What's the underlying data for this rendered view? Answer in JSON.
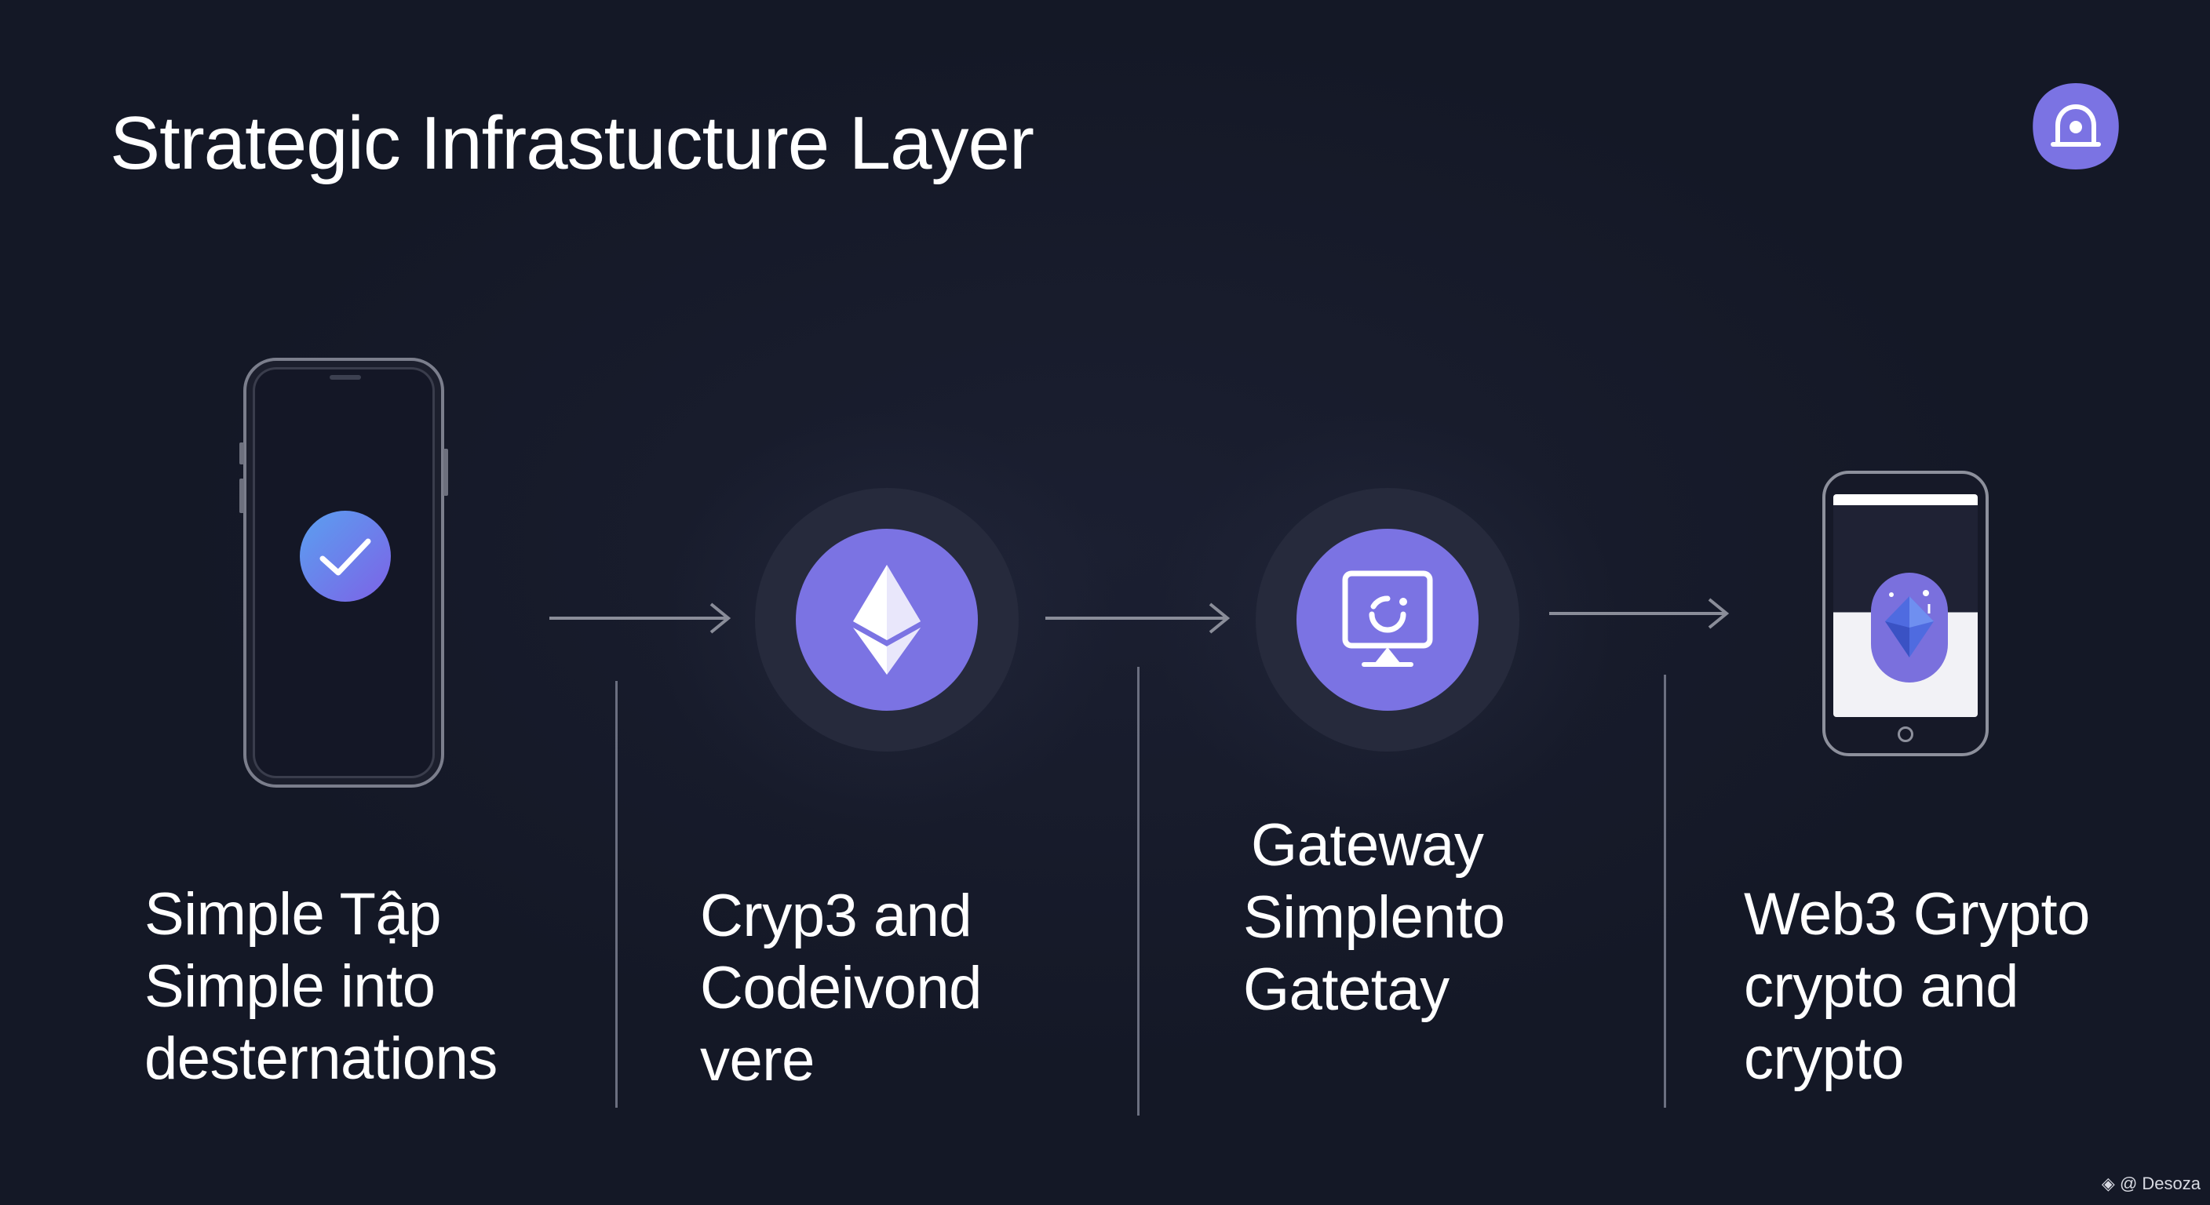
{
  "title": "Strategic Infrastucture Layer",
  "colors": {
    "background": "#161a2a",
    "accent": "#7b73e3",
    "line": "#6b6f80"
  },
  "steps": [
    {
      "icon": "checkmark-icon",
      "lines": [
        "Simple Tập",
        "Simple into",
        "desternations"
      ]
    },
    {
      "icon": "ethereum-icon",
      "lines": [
        "Cryp3 and",
        "Codeivond",
        "vere"
      ]
    },
    {
      "icon": "monitor-icon",
      "lines": [
        "Gateway",
        "Simplento",
        "Gatetay"
      ]
    },
    {
      "icon": "crypto-gem-icon",
      "lines": [
        "Web3 Grypto",
        "crypto and",
        "crypto"
      ]
    }
  ],
  "watermark": "@ Desoza"
}
